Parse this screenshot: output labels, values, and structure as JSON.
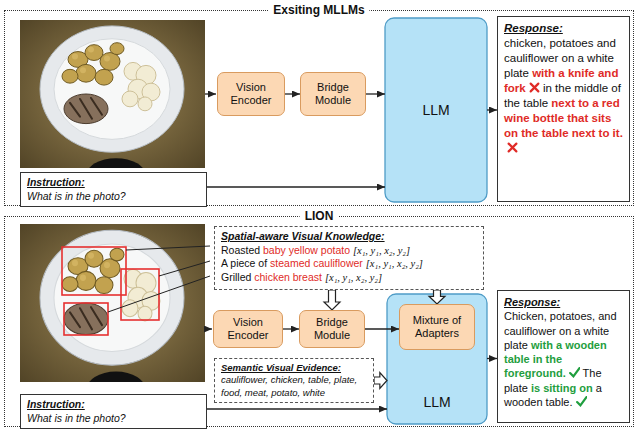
{
  "diagram": {
    "nodes": [
      {
        "text": [
          "Exsiting MLLMs"
        ]
      },
      {
        "text": [
          "Instruction:",
          "What is in the photo?"
        ],
        "in": 0
      },
      {
        "text": [
          "Vision Encoder"
        ],
        "in": 0
      },
      {
        "text": [
          "Bridge Module"
        ],
        "in": 0
      },
      {
        "text": [
          "LLM"
        ],
        "in": 0
      },
      {
        "text": [
          "Response:",
          "chicken, potatoes and cauliflower on a white plate",
          "with a knife and fork",
          "in the middle of the table",
          "next to a red wine bottle that sits on the table next to it."
        ],
        "in": 0
      },
      {
        "text": [
          "LION"
        ]
      },
      {
        "text": [
          "Spatial-aware Visual Knowledge:",
          "Roasted",
          "baby yellow potato",
          "[x₁, y₁, x₂, y₂]",
          "A piece of",
          "steamed cauliflower",
          "[x₁, y₁, x₂, y₂]",
          "Grilled",
          "chicken breast",
          "[x₁, y₁, x₂, y₂]"
        ],
        "in": 6
      },
      {
        "text": [
          "Vision Encoder"
        ],
        "in": 6
      },
      {
        "text": [
          "Bridge Module"
        ],
        "in": 6
      },
      {
        "text": [
          "LLM"
        ],
        "in": 6
      },
      {
        "text": [
          "Mixture of Adapters"
        ],
        "in": 10
      },
      {
        "text": [
          "Semantic Visual Evidence:",
          "cauliflower, chicken, table, plate, food, meat, potato, white"
        ],
        "in": 6
      },
      {
        "text": [
          "Instruction:",
          "What is in the photo?"
        ],
        "in": 6
      },
      {
        "text": [
          "Response:",
          "Chicken, potatoes, and cauliflower on a white plate",
          "with a wooden table in the foreground.",
          "The plate",
          "is sitting on",
          "a wooden table."
        ],
        "in": 6
      }
    ],
    "edges": [
      {
        "from": 2,
        "to": 3,
        "arrow": "to"
      },
      {
        "from": 3,
        "to": 4,
        "arrow": "to"
      },
      {
        "from": 1,
        "to": 4,
        "arrow": "to"
      },
      {
        "from": 4,
        "to": 5,
        "arrow": "to"
      },
      {
        "from": 7,
        "to": 9,
        "arrow": "to"
      },
      {
        "from": 7,
        "to": 11,
        "arrow": "to"
      },
      {
        "from": 8,
        "to": 9,
        "arrow": "to"
      },
      {
        "from": 9,
        "to": 11,
        "arrow": "to"
      },
      {
        "from": 12,
        "to": 10,
        "arrow": "to"
      },
      {
        "from": 13,
        "to": 10,
        "arrow": "to"
      },
      {
        "from": 10,
        "to": 14,
        "arrow": "to"
      }
    ]
  }
}
